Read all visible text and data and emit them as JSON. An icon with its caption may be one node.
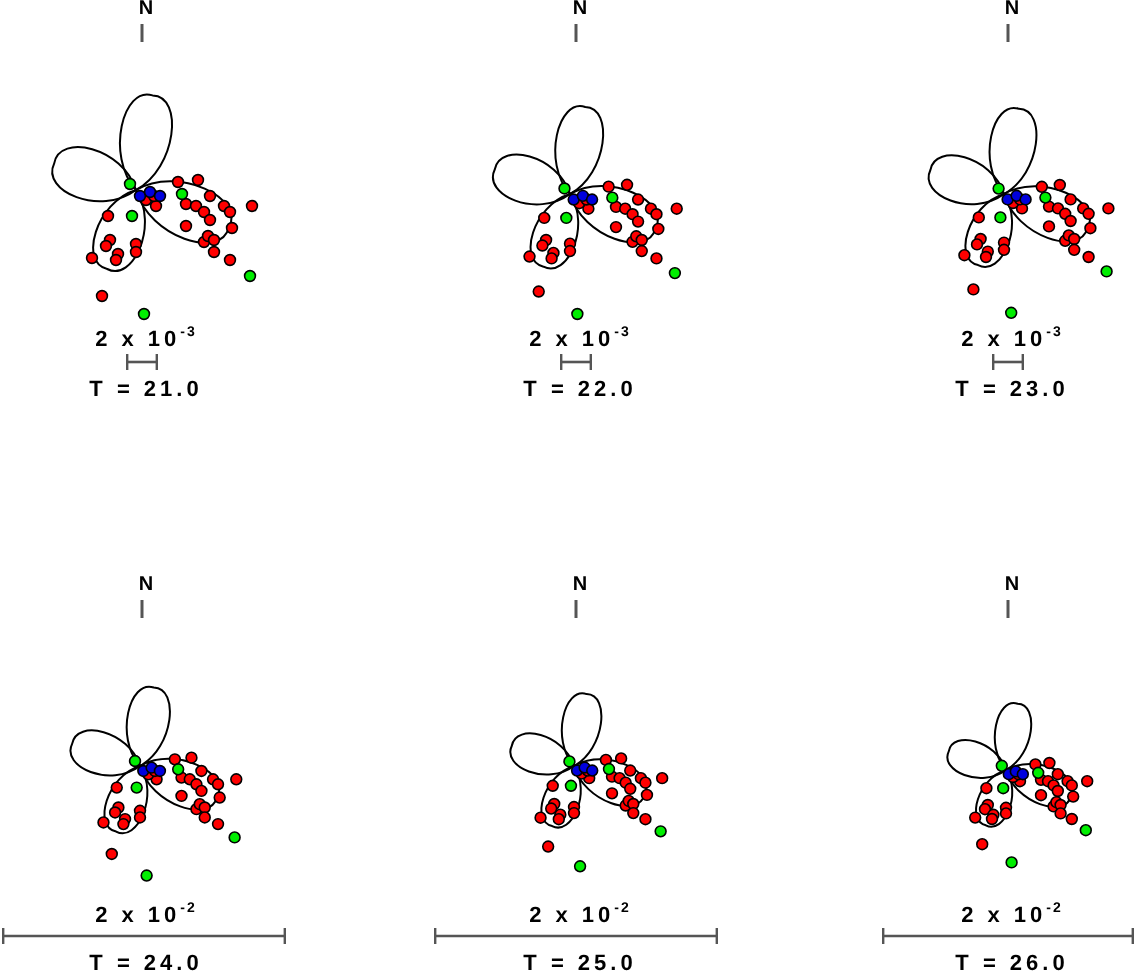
{
  "diagram": {
    "labels": [
      "N",
      "N",
      "N",
      "2 x 10$^{-3}$",
      "2 x 10$^{-3}$",
      "2 x 10$^{-3}$",
      "T = 21.0",
      "T = 22.0",
      "T = 23.0",
      "N",
      "N",
      "N",
      "2 x 10$^{-2}$",
      "2 x 10$^{-2}$",
      "2 x 10$^{-2}$",
      "T = 24.0",
      "T = 25.0",
      "T = 26.0"
    ]
  }
}
